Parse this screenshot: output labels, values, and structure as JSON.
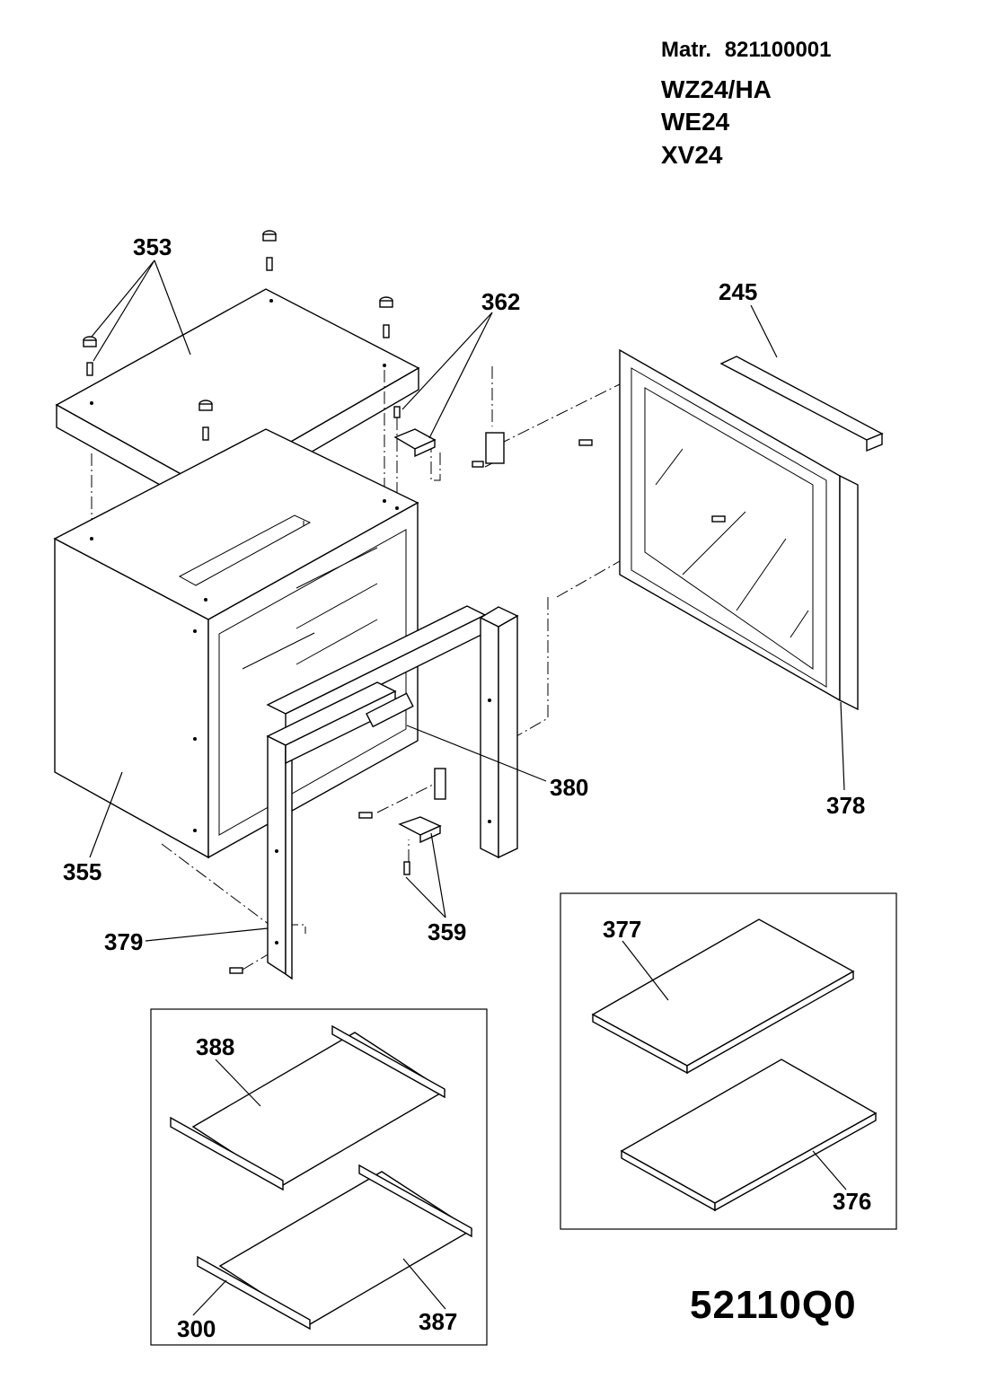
{
  "header": {
    "matr_label": "Matr.",
    "matr_number": "821100001",
    "models": [
      "WZ24/HA",
      "WE24",
      "XV24"
    ]
  },
  "part_labels": {
    "p353": "353",
    "p362": "362",
    "p245": "245",
    "p380": "380",
    "p378": "378",
    "p355": "355",
    "p359": "359",
    "p379": "379",
    "p377": "377",
    "p376": "376",
    "p388": "388",
    "p300": "300",
    "p387": "387"
  },
  "drawing_code": "52110Q0"
}
